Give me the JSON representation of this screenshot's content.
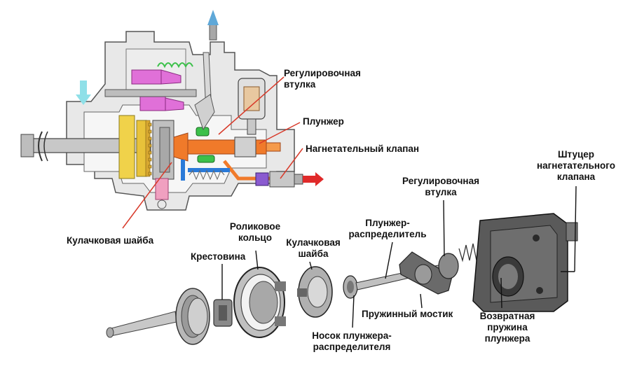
{
  "colors": {
    "line_red": "#d83a2a",
    "arrow_blue": "#5fa8d8",
    "arrow_cyan": "#8fe0e8",
    "orange": "#f07a2a",
    "magenta": "#e070d8",
    "yellow": "#f0d24a",
    "green": "#3cc04a",
    "blue": "#2a7ad8",
    "purple": "#8a5ad0",
    "outlet_red": "#e02a2a"
  },
  "labels": {
    "reg_sleeve_top": [
      "Регулировочная",
      "втулка"
    ],
    "plunger": "Плунжер",
    "delivery_valve": "Нагнетательный клапан",
    "cam_disc_top": "Кулачковая шайба",
    "roller_ring": [
      "Роликовое",
      "кольцо"
    ],
    "cam_disc_bottom": [
      "Кулачковая",
      "шайба"
    ],
    "crosspiece": "Крестовина",
    "plunger_distributor": [
      "Плунжер-",
      "распределитель"
    ],
    "reg_sleeve_bottom": [
      "Регулировочная",
      "втулка"
    ],
    "valve_fitting": [
      "Штуцер",
      "нагнетательного",
      "клапана"
    ],
    "spring_bridge": "Пружинный мостик",
    "plunger_nose": [
      "Носок плунжера-",
      "распределителя"
    ],
    "return_spring": [
      "Возвратная",
      "пружина",
      "плунжера"
    ]
  }
}
